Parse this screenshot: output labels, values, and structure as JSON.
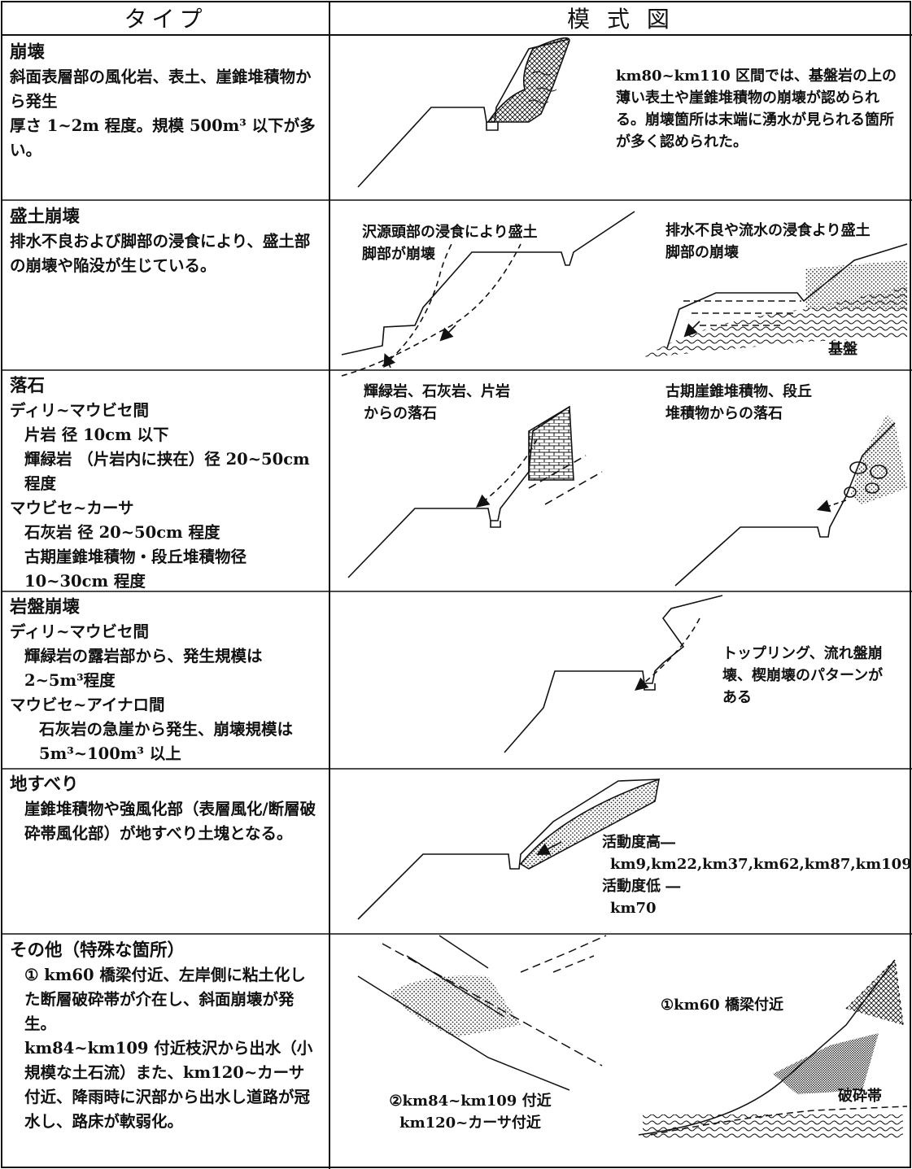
{
  "header": {
    "type_col": "タイプ",
    "diagram_col": "模 式 図"
  },
  "rows": [
    {
      "title": "崩壊",
      "lines": [
        "斜面表層部の風化岩、表土、崖錐堆積物から発生",
        "厚さ 1~2m 程度。規模 500m³ 以下が多い。"
      ],
      "notes": [
        "km80~km110 区間では、基盤岩の上の薄い表土や崖錐堆積物の崩壊が認められる。崩壊箇所は末端に湧水が見られる箇所が多く認められた。"
      ]
    },
    {
      "title": "盛土崩壊",
      "lines": [
        "排水不良および脚部の浸食により、盛土部の崩壊や陥没が生じている。"
      ],
      "notes": [
        "沢源頭部の浸食により盛土脚部が崩壊",
        "排水不良や流水の浸食より盛土脚部の崩壊",
        "基盤"
      ]
    },
    {
      "title": "落石",
      "lines": [
        "ディリ~マウビセ間",
        "片岩 径 10cm 以下",
        "輝緑岩 （片岩内に挟在）径 20~50cm 程度",
        "マウビセ~カーサ",
        "石灰岩 径 20~50cm 程度",
        "古期崖錐堆積物・段丘堆積物径 10~30cm 程度"
      ],
      "notes": [
        "輝緑岩、石灰岩、片岩からの落石",
        "古期崖錐堆積物、段丘堆積物からの落石"
      ]
    },
    {
      "title": "岩盤崩壊",
      "lines": [
        "ディリ~マウビセ間",
        "輝緑岩の露岩部から、発生規模は 2~5m³程度",
        "マウビセ~アイナロ間",
        "石灰岩の急崖から発生、崩壊規模は 5m³~100m³ 以上"
      ],
      "notes": [
        "トップリング、流れ盤崩壊、楔崩壊のパターンがある"
      ]
    },
    {
      "title": "地すべり",
      "lines": [
        "崖錐堆積物や強風化部（表層風化/断層破砕帯風化部）が地すべり土塊となる。"
      ],
      "notes": [
        "活動度高―",
        "km9,km22,km37,km62,km87,km109",
        "活動度低 ―",
        "km70"
      ]
    },
    {
      "title": "その他（特殊な箇所）",
      "lines": [
        "① km60 橋梁付近、左岸側に粘土化した断層破砕帯が介在し、斜面崩壊が発生。",
        "km84~km109 付近枝沢から出水（小規模な土石流）また、km120~カーサ付近、降雨時に沢部から出水し道路が冠水し、路床が軟弱化。"
      ],
      "notes": [
        "②km84~km109 付近",
        "km120~カーサ付近",
        "①km60 橋梁付近",
        "破砕帯"
      ]
    }
  ]
}
